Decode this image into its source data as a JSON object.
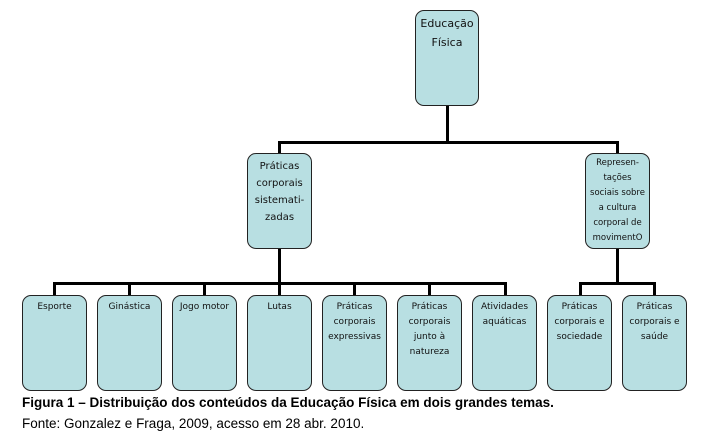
{
  "root": "Educação\nFísica",
  "branches": [
    {
      "label": "Práticas\ncorporais\nsistemati-\nzadas",
      "children": [
        "Esporte",
        "Ginástica",
        "Jogo motor",
        "Lutas",
        "Práticas\ncorporais\nexpressivas",
        "Práticas\ncorporais\njunto à\nnatureza",
        "Atividades\naquáticas"
      ]
    },
    {
      "label": "Represen-\ntações\nsociais sobre\na cultura\ncorporal de\nmovimentO",
      "children": [
        "Práticas\ncorporais e\nsociedade",
        "Práticas\ncorporais e\nsaúde"
      ]
    }
  ],
  "caption": {
    "title": "Figura 1 – Distribuição dos conteúdos da Educação Física em dois grandes temas.",
    "source": "Fonte: Gonzalez e Fraga, 2009, acesso em 28 abr. 2010."
  }
}
